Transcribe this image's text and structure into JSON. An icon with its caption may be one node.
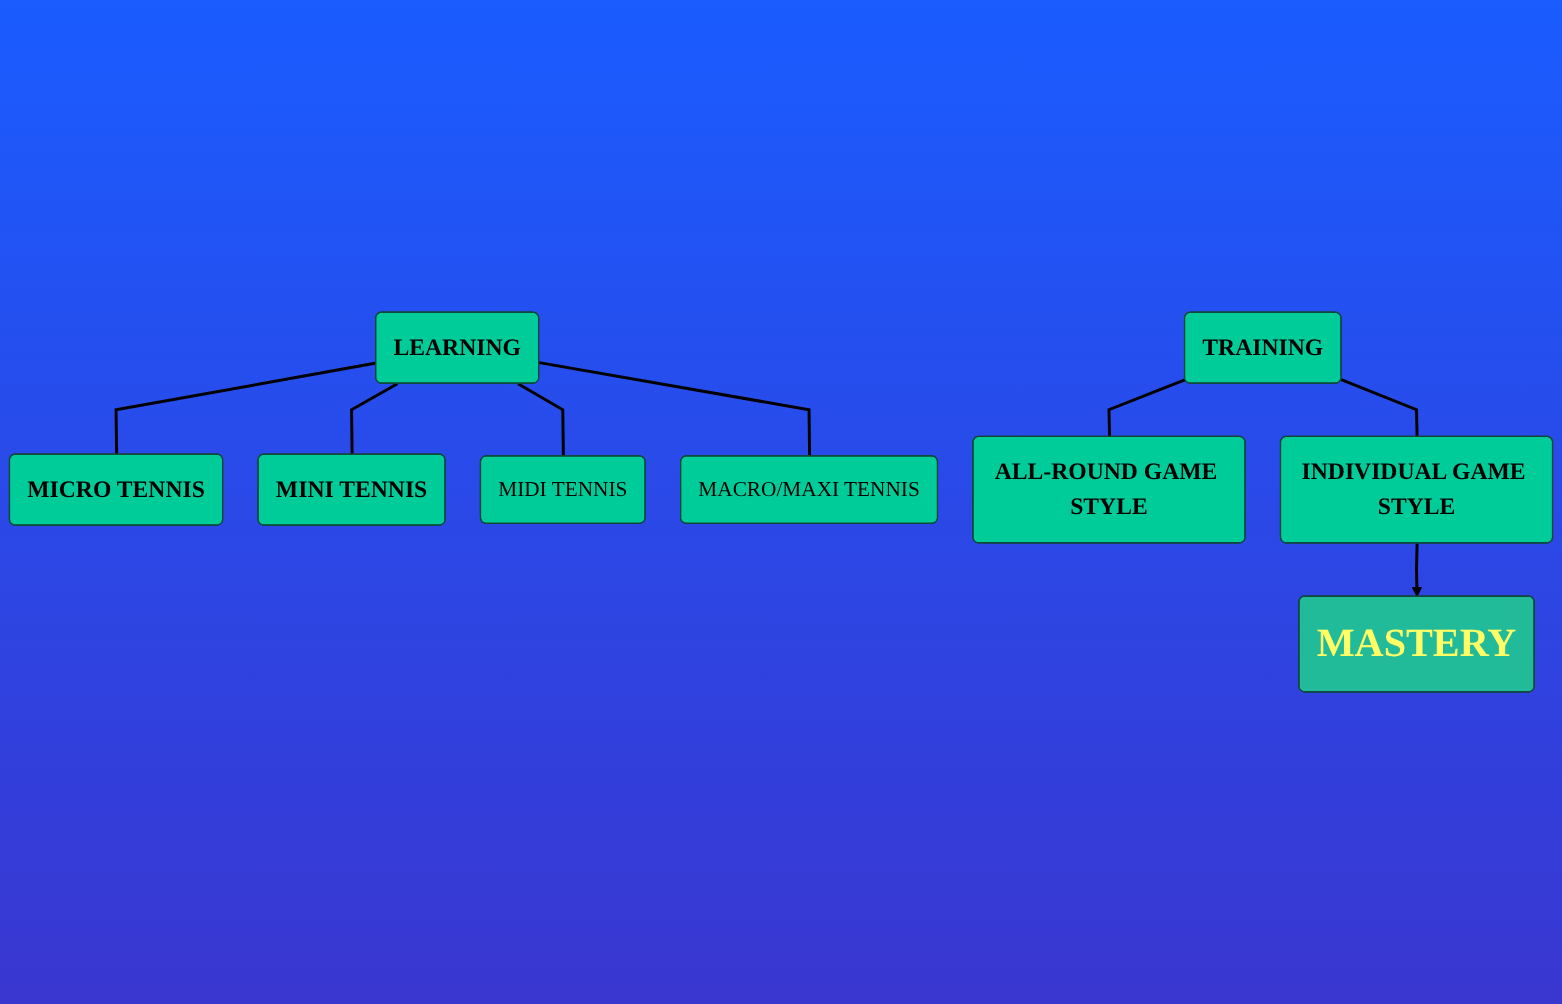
{
  "diagram": {
    "nodes": [
      {
        "text": [
          "LEARNING"
        ]
      },
      {
        "text": [
          "MICRO TENNIS"
        ]
      },
      {
        "text": [
          "MINI TENNIS"
        ]
      },
      {
        "text": [
          "MIDI TENNIS"
        ]
      },
      {
        "text": [
          "MACRO/MAXI TENNIS"
        ]
      },
      {
        "text": [
          "TRAINING"
        ]
      },
      {
        "text": [
          "ALL-ROUND GAME STYLE"
        ]
      },
      {
        "text": [
          "INDIVIDUAL GAME STYLE"
        ]
      },
      {
        "text": [
          "MASTERY"
        ]
      }
    ],
    "edges": [
      {
        "from": 0,
        "to": 1,
        "arrow": "none"
      },
      {
        "from": 0,
        "to": 2,
        "arrow": "none"
      },
      {
        "from": 0,
        "to": 3,
        "arrow": "none"
      },
      {
        "from": 0,
        "to": 4,
        "arrow": "none"
      },
      {
        "from": 5,
        "to": 6,
        "arrow": "none"
      },
      {
        "from": 5,
        "to": 7,
        "arrow": "none"
      },
      {
        "from": 7,
        "to": 8,
        "arrow": "to"
      }
    ]
  }
}
